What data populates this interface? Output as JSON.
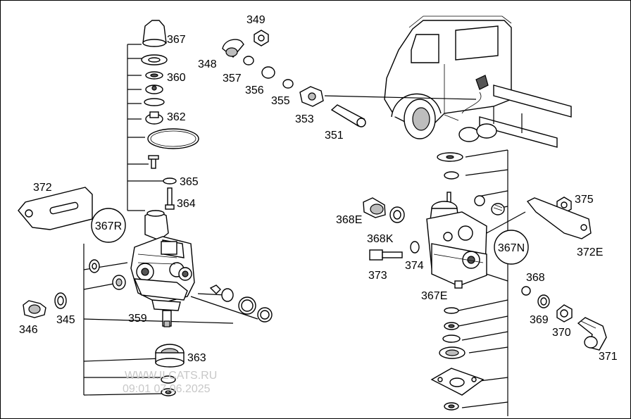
{
  "diagram": {
    "labels": {
      "p367": "367",
      "p349": "349",
      "p348": "348",
      "p360": "360",
      "p357": "357",
      "p356": "356",
      "p355": "355",
      "p353": "353",
      "p362": "362",
      "p351": "351",
      "p365": "365",
      "p372": "372",
      "p364": "364",
      "p368E": "368E",
      "p375": "375",
      "p368K": "368K",
      "p372E": "372E",
      "p373": "373",
      "p374": "374",
      "p368": "368",
      "p367E": "367E",
      "p359": "359",
      "p346": "346",
      "p345": "345",
      "p369": "369",
      "p370": "370",
      "p371": "371",
      "p363": "363"
    },
    "callouts": {
      "c367R": "367R",
      "c367N": "367N"
    },
    "watermark": {
      "line1": "WWW.ILCATS.RU",
      "line2": "09:01 07.06.2025"
    }
  }
}
